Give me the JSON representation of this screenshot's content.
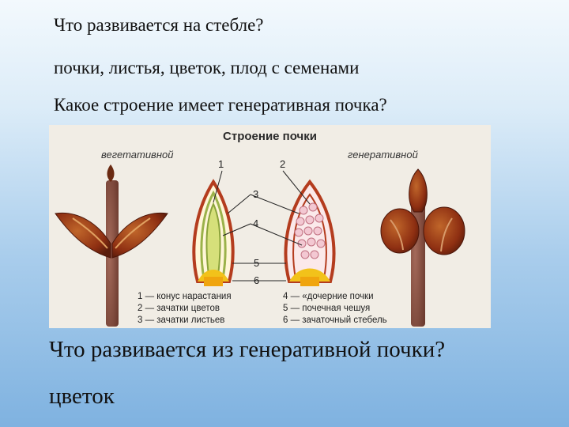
{
  "slide": {
    "question_1": "Что развивается на стебле?",
    "answer_1": "почки, листья, цветок, плод с семенами",
    "question_2": "Какое строение имеет генеративная почка?",
    "question_3": "Что развивается из генеративной почки?",
    "answer_3": "цветок"
  },
  "figure": {
    "title": "Строение почки",
    "vegetative_label": "вегетативной",
    "generative_label": "генеративной",
    "callouts": [
      "1",
      "2",
      "3",
      "4",
      "5",
      "6"
    ],
    "legend_left": [
      "1 — конус нарастания",
      "2 — зачатки цветов",
      "3 — зачатки листьев"
    ],
    "legend_right": [
      "4 — «дочерние почки",
      "5 — почечная чешуя",
      "6 — зачаточный стебель"
    ]
  }
}
